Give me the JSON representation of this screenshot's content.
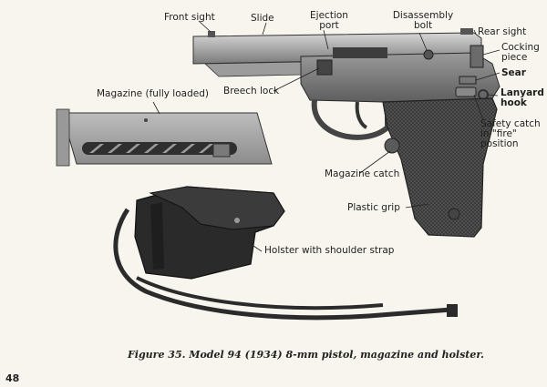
{
  "labels": {
    "front_sight": "Front sight",
    "slide": "Slide",
    "ejection_port_1": "Ejection",
    "ejection_port_2": "port",
    "disassembly_bolt_1": "Disassembly",
    "disassembly_bolt_2": "bolt",
    "rear_sight": "Rear sight",
    "cocking_piece_1": "Cocking",
    "cocking_piece_2": "piece",
    "sear": "Sear",
    "lanyard_hook_1": "Lanyard",
    "lanyard_hook_2": "hook",
    "safety_1": "Safety catch",
    "safety_2": "in \"fire\"",
    "safety_3": "position",
    "breech_lock": "Breech lock",
    "magazine": "Magazine (fully loaded)",
    "magazine_catch": "Magazine catch",
    "plastic_grip": "Plastic grip",
    "holster": "Holster with shoulder strap"
  },
  "caption": "Figure 35. Model 94 (1934) 8-mm pistol, magazine and holster.",
  "page_number": "48",
  "colors": {
    "paper": "#f7f5ee",
    "metal_light": "#b8b8b8",
    "metal_mid": "#8a8a8a",
    "metal_dark": "#4a4a4a",
    "grip": "#3a3a3a",
    "holster": "#2a2a2a",
    "ink": "#1e1e1e"
  }
}
